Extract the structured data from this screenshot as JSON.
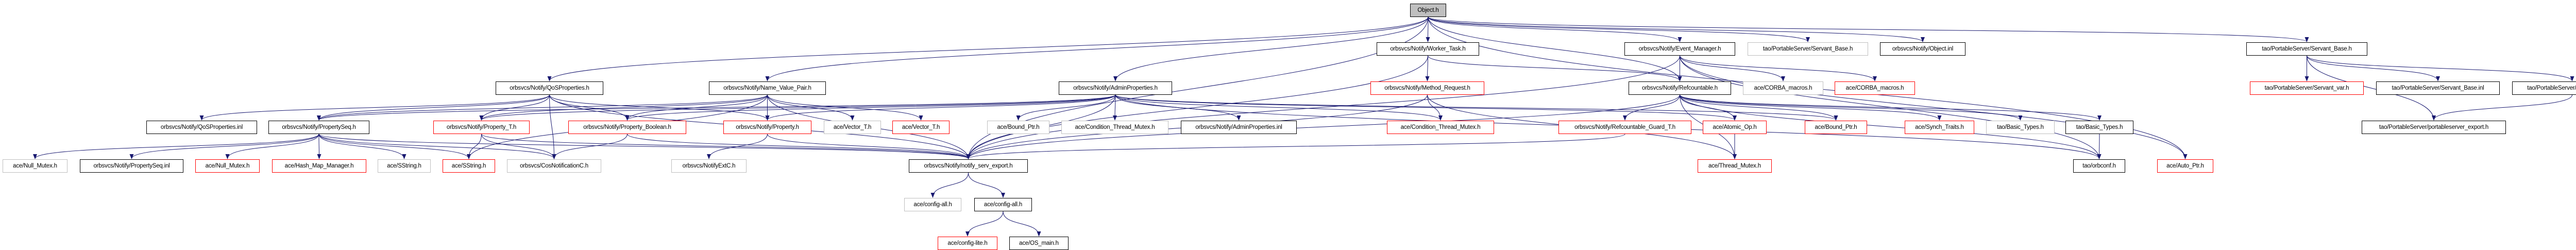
{
  "graph": {
    "edge_color": "#191970",
    "legend_styles": {
      "documented": "#000000",
      "truncated": "#ff0000",
      "undocumented": "#bfbfbf"
    },
    "nodes": {
      "object_h": {
        "label": "Object.h",
        "style": "root"
      },
      "worker_task": {
        "label": "orbsvcs/Notify/Worker_Task.h",
        "style": "documented"
      },
      "event_manager": {
        "label": "orbsvcs/Notify/Event_Manager.h",
        "style": "documented"
      },
      "servant_base_gray": {
        "label": "tao/PortableServer/Servant_Base.h",
        "style": "undocumented"
      },
      "object_inl": {
        "label": "orbsvcs/Notify/Object.inl",
        "style": "documented"
      },
      "servant_base": {
        "label": "tao/PortableServer/Servant_Base.h",
        "style": "documented"
      },
      "qos_properties": {
        "label": "orbsvcs/Notify/QoSProperties.h",
        "style": "documented"
      },
      "name_value_pair": {
        "label": "orbsvcs/Notify/Name_Value_Pair.h",
        "style": "documented"
      },
      "admin_properties": {
        "label": "orbsvcs/Notify/AdminProperties.h",
        "style": "documented"
      },
      "method_request": {
        "label": "orbsvcs/Notify/Method_Request.h",
        "style": "truncated"
      },
      "refcountable": {
        "label": "orbsvcs/Notify/Refcountable.h",
        "style": "documented"
      },
      "corba_macros_gray": {
        "label": "ace/CORBA_macros.h",
        "style": "undocumented"
      },
      "corba_macros_red": {
        "label": "ace/CORBA_macros.h",
        "style": "truncated"
      },
      "servant_var": {
        "label": "tao/PortableServer/Servant_var.h",
        "style": "truncated"
      },
      "servant_base_inl": {
        "label": "tao/PortableServer/Servant_Base.inl",
        "style": "documented"
      },
      "ps_forwardc": {
        "label": "tao/PortableServer/PS_ForwardC.h",
        "style": "documented"
      },
      "qos_properties_inl": {
        "label": "orbsvcs/Notify/QoSProperties.inl",
        "style": "documented"
      },
      "property_seq": {
        "label": "orbsvcs/Notify/PropertySeq.h",
        "style": "documented"
      },
      "property_t": {
        "label": "orbsvcs/Notify/Property_T.h",
        "style": "truncated"
      },
      "property_boolean": {
        "label": "orbsvcs/Notify/Property_Boolean.h",
        "style": "truncated"
      },
      "property": {
        "label": "orbsvcs/Notify/Property.h",
        "style": "truncated"
      },
      "vector_t_gray": {
        "label": "ace/Vector_T.h",
        "style": "undocumented"
      },
      "vector_t_red": {
        "label": "ace/Vector_T.h",
        "style": "truncated"
      },
      "bound_ptr_gray": {
        "label": "ace/Bound_Ptr.h",
        "style": "undocumented"
      },
      "cond_mutex_gray": {
        "label": "ace/Condition_Thread_Mutex.h",
        "style": "undocumented"
      },
      "admin_properties_inl": {
        "label": "orbsvcs/Notify/AdminProperties.inl",
        "style": "documented"
      },
      "cond_mutex_red": {
        "label": "ace/Condition_Thread_Mutex.h",
        "style": "truncated"
      },
      "refcountable_guard": {
        "label": "orbsvcs/Notify/Refcountable_Guard_T.h",
        "style": "truncated"
      },
      "atomic_op": {
        "label": "ace/Atomic_Op.h",
        "style": "truncated"
      },
      "bound_ptr_red": {
        "label": "ace/Bound_Ptr.h",
        "style": "truncated"
      },
      "synch_traits": {
        "label": "ace/Synch_Traits.h",
        "style": "truncated"
      },
      "basic_types_gray": {
        "label": "tao/Basic_Types.h",
        "style": "undocumented"
      },
      "basic_types": {
        "label": "tao/Basic_Types.h",
        "style": "documented"
      },
      "portableserver_export": {
        "label": "tao/PortableServer/portableserver_export.h",
        "style": "documented"
      },
      "null_mutex_gray": {
        "label": "ace/Null_Mutex.h",
        "style": "undocumented"
      },
      "property_seq_inl": {
        "label": "orbsvcs/Notify/PropertySeq.inl",
        "style": "documented"
      },
      "null_mutex_red": {
        "label": "ace/Null_Mutex.h",
        "style": "truncated"
      },
      "hash_map_manager": {
        "label": "ace/Hash_Map_Manager.h",
        "style": "truncated"
      },
      "sstring_gray": {
        "label": "ace/SString.h",
        "style": "undocumented"
      },
      "sstring_red": {
        "label": "ace/SString.h",
        "style": "truncated"
      },
      "cos_notification": {
        "label": "orbsvcs/CosNotificationC.h",
        "style": "undocumented"
      },
      "notify_ext": {
        "label": "orbsvcs/NotifyExtC.h",
        "style": "undocumented"
      },
      "notify_serv_export": {
        "label": "orbsvcs/Notify/notify_serv_export.h",
        "style": "documented"
      },
      "thread_mutex": {
        "label": "ace/Thread_Mutex.h",
        "style": "truncated"
      },
      "orbconf": {
        "label": "tao/orbconf.h",
        "style": "documented"
      },
      "auto_ptr": {
        "label": "ace/Auto_Ptr.h",
        "style": "truncated"
      },
      "config_all_gray": {
        "label": "ace/config-all.h",
        "style": "undocumented"
      },
      "config_all": {
        "label": "ace/config-all.h",
        "style": "documented"
      },
      "config_lite": {
        "label": "ace/config-lite.h",
        "style": "truncated"
      },
      "os_main": {
        "label": "ace/OS_main.h",
        "style": "documented"
      }
    },
    "edges": [
      [
        "object_h",
        "worker_task"
      ],
      [
        "object_h",
        "event_manager"
      ],
      [
        "object_h",
        "servant_base_gray"
      ],
      [
        "object_h",
        "object_inl"
      ],
      [
        "object_h",
        "servant_base"
      ],
      [
        "object_h",
        "qos_properties"
      ],
      [
        "object_h",
        "name_value_pair"
      ],
      [
        "object_h",
        "admin_properties"
      ],
      [
        "object_h",
        "refcountable"
      ],
      [
        "object_h",
        "notify_serv_export"
      ],
      [
        "object_h",
        "auto_ptr"
      ],
      [
        "worker_task",
        "method_request"
      ],
      [
        "worker_task",
        "refcountable"
      ],
      [
        "worker_task",
        "notify_serv_export"
      ],
      [
        "method_request",
        "cond_mutex_red"
      ],
      [
        "method_request",
        "thread_mutex"
      ],
      [
        "method_request",
        "notify_serv_export"
      ],
      [
        "event_manager",
        "refcountable"
      ],
      [
        "event_manager",
        "corba_macros_gray"
      ],
      [
        "event_manager",
        "corba_macros_red"
      ],
      [
        "event_manager",
        "notify_serv_export"
      ],
      [
        "event_manager",
        "orbconf"
      ],
      [
        "event_manager",
        "auto_ptr"
      ],
      [
        "refcountable",
        "refcountable_guard"
      ],
      [
        "refcountable",
        "atomic_op"
      ],
      [
        "refcountable",
        "thread_mutex"
      ],
      [
        "refcountable",
        "bound_ptr_red"
      ],
      [
        "refcountable",
        "synch_traits"
      ],
      [
        "refcountable",
        "basic_types_gray"
      ],
      [
        "refcountable",
        "basic_types"
      ],
      [
        "refcountable",
        "orbconf"
      ],
      [
        "refcountable",
        "notify_serv_export"
      ],
      [
        "atomic_op",
        "thread_mutex"
      ],
      [
        "basic_types",
        "orbconf"
      ],
      [
        "refcountable_guard",
        "notify_serv_export"
      ],
      [
        "qos_properties",
        "qos_properties_inl"
      ],
      [
        "qos_properties",
        "property_seq"
      ],
      [
        "qos_properties",
        "property_t"
      ],
      [
        "qos_properties",
        "property_boolean"
      ],
      [
        "qos_properties",
        "property"
      ],
      [
        "qos_properties",
        "notify_serv_export"
      ],
      [
        "qos_properties",
        "cos_notification"
      ],
      [
        "property_seq",
        "null_mutex_gray"
      ],
      [
        "property_seq",
        "property_seq_inl"
      ],
      [
        "property_seq",
        "null_mutex_red"
      ],
      [
        "property_seq",
        "hash_map_manager"
      ],
      [
        "property_seq",
        "sstring_gray"
      ],
      [
        "property_seq",
        "sstring_red"
      ],
      [
        "property_seq",
        "cos_notification"
      ],
      [
        "property_seq",
        "notify_serv_export"
      ],
      [
        "property_t",
        "sstring_red"
      ],
      [
        "property_t",
        "cos_notification"
      ],
      [
        "property_t",
        "notify_serv_export"
      ],
      [
        "property_boolean",
        "cos_notification"
      ],
      [
        "property_boolean",
        "notify_serv_export"
      ],
      [
        "property",
        "notify_ext"
      ],
      [
        "property",
        "notify_serv_export"
      ],
      [
        "name_value_pair",
        "property"
      ],
      [
        "name_value_pair",
        "property_boolean"
      ],
      [
        "name_value_pair",
        "property_t"
      ],
      [
        "name_value_pair",
        "property_seq"
      ],
      [
        "name_value_pair",
        "vector_t_gray"
      ],
      [
        "name_value_pair",
        "vector_t_red"
      ],
      [
        "name_value_pair",
        "sstring_red"
      ],
      [
        "name_value_pair",
        "notify_serv_export"
      ],
      [
        "admin_properties",
        "bound_ptr_gray"
      ],
      [
        "admin_properties",
        "cond_mutex_gray"
      ],
      [
        "admin_properties",
        "admin_properties_inl"
      ],
      [
        "admin_properties",
        "notify_serv_export"
      ],
      [
        "admin_properties",
        "property_seq"
      ],
      [
        "admin_properties",
        "property_t"
      ],
      [
        "admin_properties",
        "property_boolean"
      ],
      [
        "admin_properties",
        "property"
      ],
      [
        "admin_properties",
        "cond_mutex_red"
      ],
      [
        "admin_properties",
        "atomic_op"
      ],
      [
        "admin_properties",
        "bound_ptr_red"
      ],
      [
        "admin_properties",
        "orbconf"
      ],
      [
        "notify_serv_export",
        "config_all_gray"
      ],
      [
        "notify_serv_export",
        "config_all"
      ],
      [
        "config_all",
        "config_lite"
      ],
      [
        "config_all",
        "os_main"
      ],
      [
        "servant_base",
        "servant_var"
      ],
      [
        "servant_base",
        "servant_base_inl"
      ],
      [
        "servant_base",
        "ps_forwardc"
      ],
      [
        "servant_base",
        "portableserver_export"
      ],
      [
        "ps_forwardc",
        "portableserver_export"
      ]
    ]
  }
}
